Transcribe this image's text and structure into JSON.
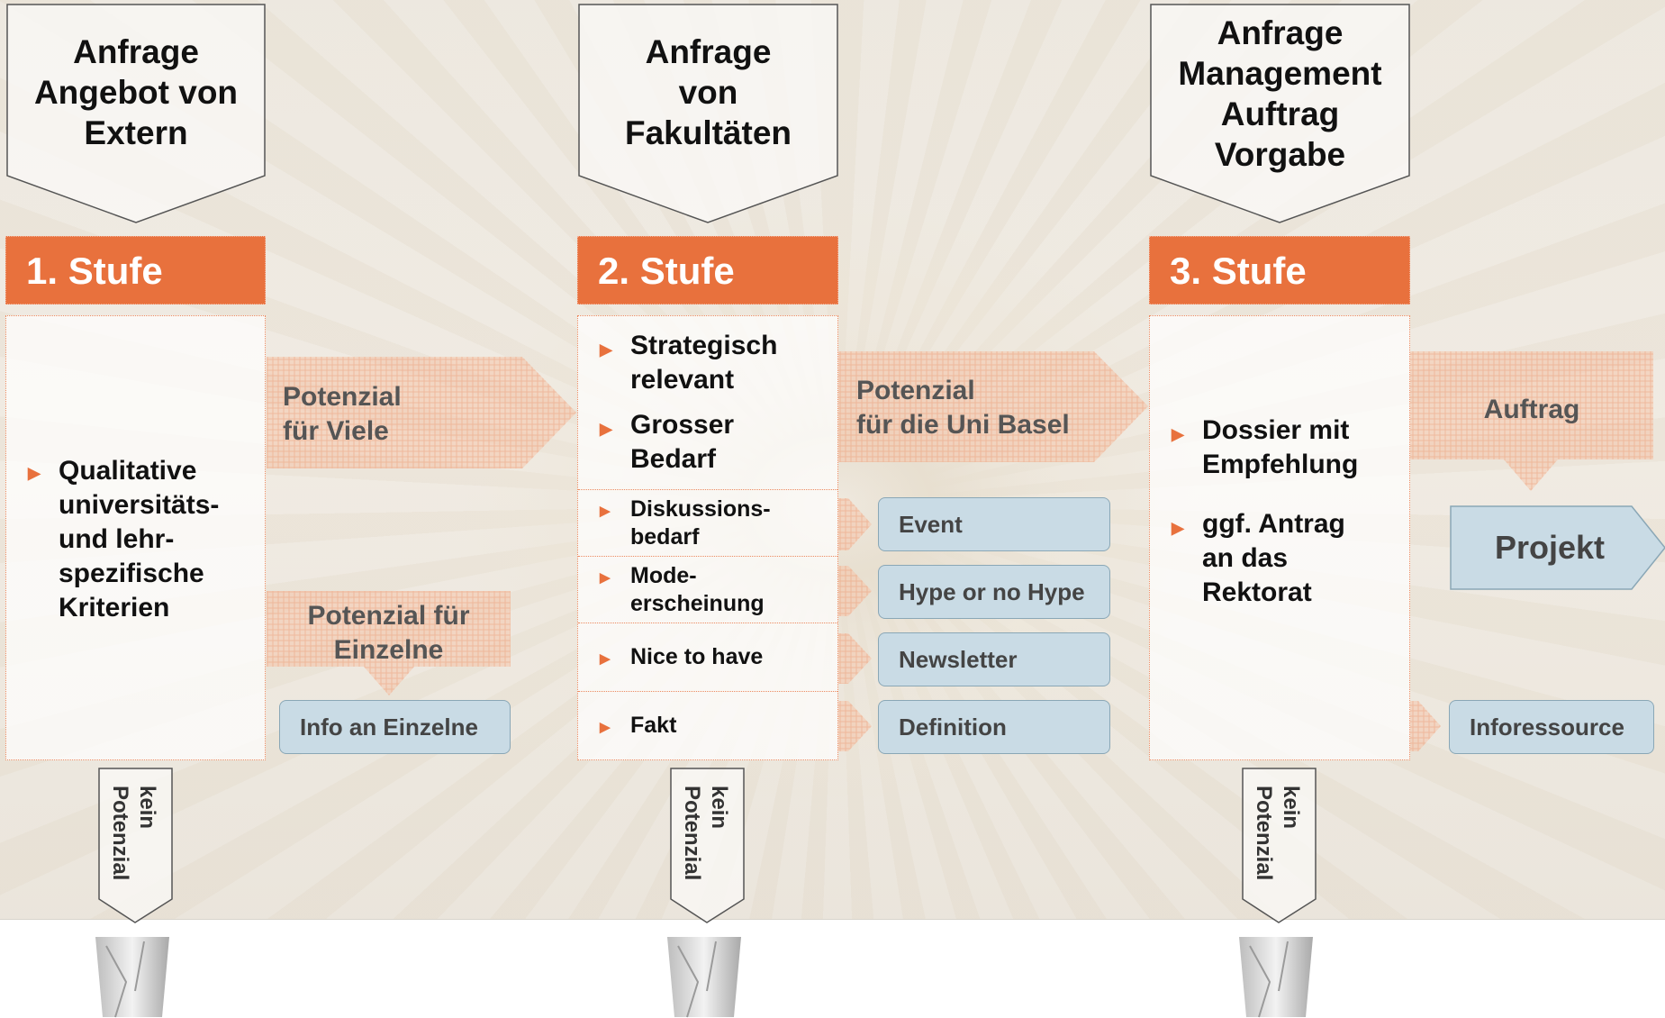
{
  "colors": {
    "accent": "#e8713d",
    "box_blue": "#c9dbe5",
    "hatch": "#f1a989"
  },
  "stages": [
    {
      "header": [
        "Anfrage",
        "Angebot von",
        "Extern"
      ],
      "stufe": "1. Stufe",
      "bullets": [
        [
          "Qualitative",
          "universitäts-",
          "und lehr-",
          "spezifische",
          "Kriterien"
        ]
      ],
      "reject": [
        "kein",
        "Potenzial"
      ]
    },
    {
      "header": [
        "Anfrage",
        "von",
        "Fakultäten"
      ],
      "stufe": "2. Stufe",
      "bullets": [
        [
          "Strategisch",
          "relevant"
        ],
        [
          "Grosser",
          "Bedarf"
        ]
      ],
      "rows": [
        [
          "Diskussions-",
          "bedarf"
        ],
        [
          "Mode-",
          "erscheinung"
        ],
        [
          "Nice to have"
        ],
        [
          "Fakt"
        ]
      ],
      "reject": [
        "kein",
        "Potenzial"
      ]
    },
    {
      "header": [
        "Anfrage",
        "Management",
        "Auftrag",
        "Vorgabe"
      ],
      "stufe": "3. Stufe",
      "bullets": [
        [
          "Dossier mit",
          "Empfehlung"
        ],
        [
          "ggf. Antrag",
          "an das",
          "Rektorat"
        ]
      ],
      "reject": [
        "kein",
        "Potenzial"
      ]
    }
  ],
  "arrows": {
    "potenzial_viele": [
      "Potenzial",
      "für Viele"
    ],
    "potenzial_einzelne": [
      "Potenzial für",
      "Einzelne"
    ],
    "potenzial_basel": [
      "Potenzial",
      "für die Uni Basel"
    ],
    "auftrag": "Auftrag"
  },
  "outputs": {
    "info_einzelne": "Info an Einzelne",
    "event": "Event",
    "hype": "Hype or no Hype",
    "newsletter": "Newsletter",
    "definition": "Definition",
    "projekt": "Projekt",
    "inforessource": "Inforessource"
  },
  "icons": [
    "trash-bin-icon",
    "trash-bin-icon",
    "trash-bin-icon"
  ]
}
